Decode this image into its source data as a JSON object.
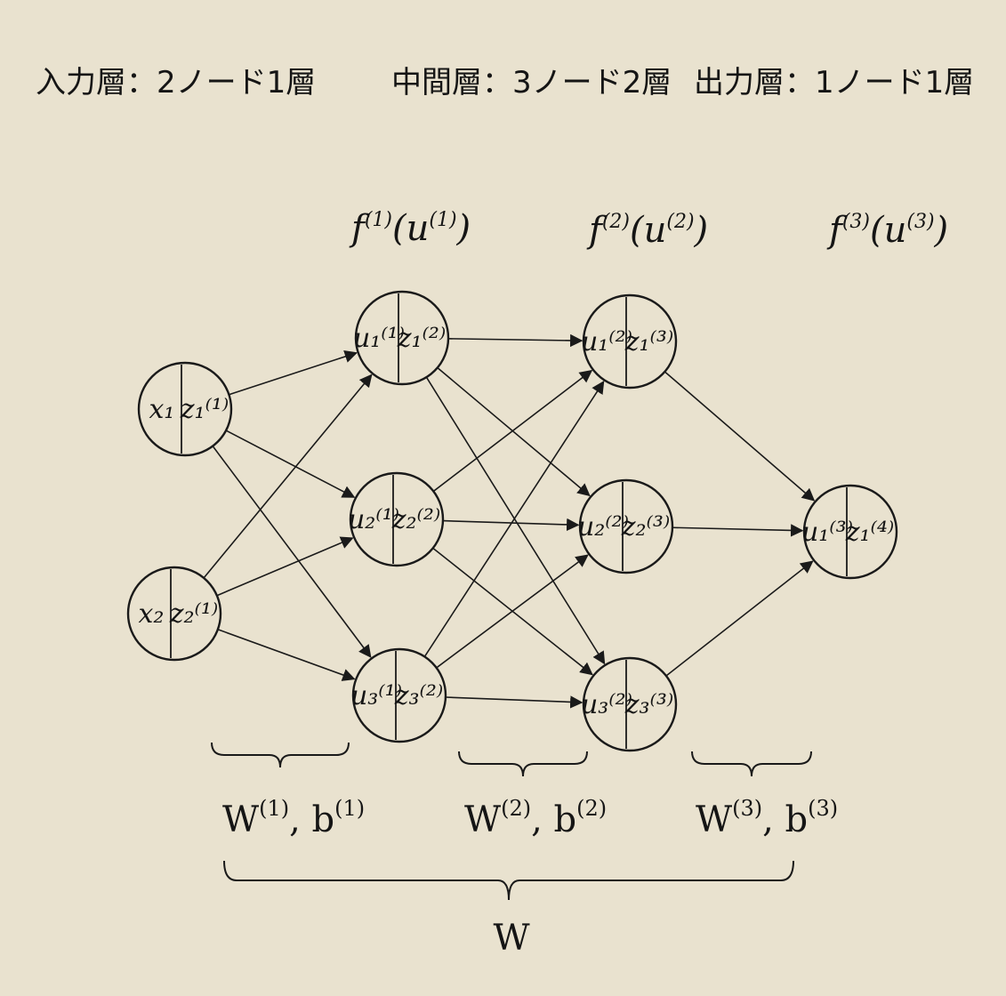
{
  "headers": {
    "input_layer": "入力層：2ノード1層",
    "hidden_layer": "中間層：3ノード2層",
    "output_layer": "出力層：1ノード1層"
  },
  "activations": [
    "f(1)(u(1))",
    "f(2)(u(2))",
    "f(3)(u(3))"
  ],
  "layers": [
    {
      "id": "L0",
      "nodes": [
        {
          "left": "x₁",
          "right": "z₁⁽¹⁾"
        },
        {
          "left": "x₂",
          "right": "z₂⁽¹⁾"
        }
      ]
    },
    {
      "id": "L1",
      "nodes": [
        {
          "left": "u₁⁽¹⁾",
          "right": "z₁⁽²⁾"
        },
        {
          "left": "u₂⁽¹⁾",
          "right": "z₂⁽²⁾"
        },
        {
          "left": "u₃⁽¹⁾",
          "right": "z₃⁽²⁾"
        }
      ]
    },
    {
      "id": "L2",
      "nodes": [
        {
          "left": "u₁⁽²⁾",
          "right": "z₁⁽³⁾"
        },
        {
          "left": "u₂⁽²⁾",
          "right": "z₂⁽³⁾"
        },
        {
          "left": "u₃⁽²⁾",
          "right": "z₃⁽³⁾"
        }
      ]
    },
    {
      "id": "L3",
      "nodes": [
        {
          "left": "u₁⁽³⁾",
          "right": "z₁⁽⁴⁾"
        }
      ]
    }
  ],
  "params": [
    "W(1), b(1)",
    "W(2), b(2)",
    "W(3), b(3)"
  ],
  "total_param": "W"
}
